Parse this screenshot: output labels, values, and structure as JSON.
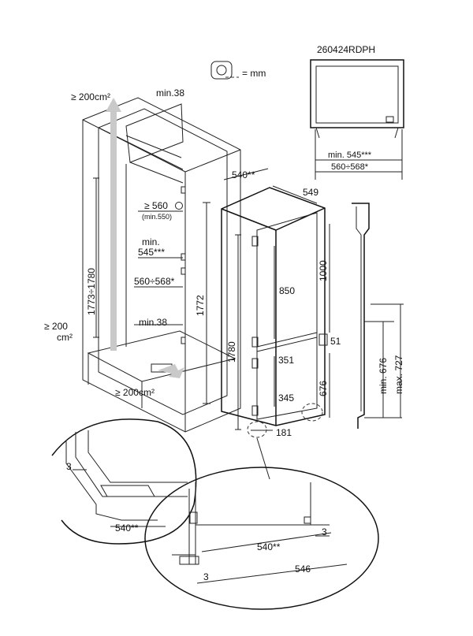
{
  "code": "260424RDPH",
  "unit_legend": "= mm",
  "icons": {
    "ruler": "tape-measure-icon",
    "plug": "socket-icon",
    "airflow": "arrow-icon"
  },
  "labels": {
    "vent_top": "≥ 200cm²",
    "vent_side_value": "≥ 200",
    "vent_side_unit": "cm²",
    "vent_bottom": "≥ 200cm²",
    "min38_top": "min.38",
    "min38_bottom": "min.38",
    "niche_height": "1773÷1780",
    "niche_depth_min": "≥ 560",
    "niche_depth_min_note": "(min.550)",
    "niche_width_min_a": "min.",
    "niche_width_min_b": "545***",
    "niche_width_range": "560÷568*",
    "cab_1772": "1772",
    "app_540": "540**",
    "app_549": "549",
    "app_1780": "1780",
    "app_1000": "1000",
    "app_850": "850",
    "app_51": "51",
    "app_351": "351",
    "app_345": "345",
    "app_676": "676",
    "app_181": "181",
    "top_min545": "min. 545***",
    "top_range": "560÷568*",
    "side_min676": "min. 676",
    "side_max727": "max. 727",
    "detail_3_left": "3",
    "detail_540_left": "540**",
    "detail_540": "540**",
    "detail_3_right": "3",
    "detail_546": "546",
    "detail_3_bottom": "3"
  }
}
